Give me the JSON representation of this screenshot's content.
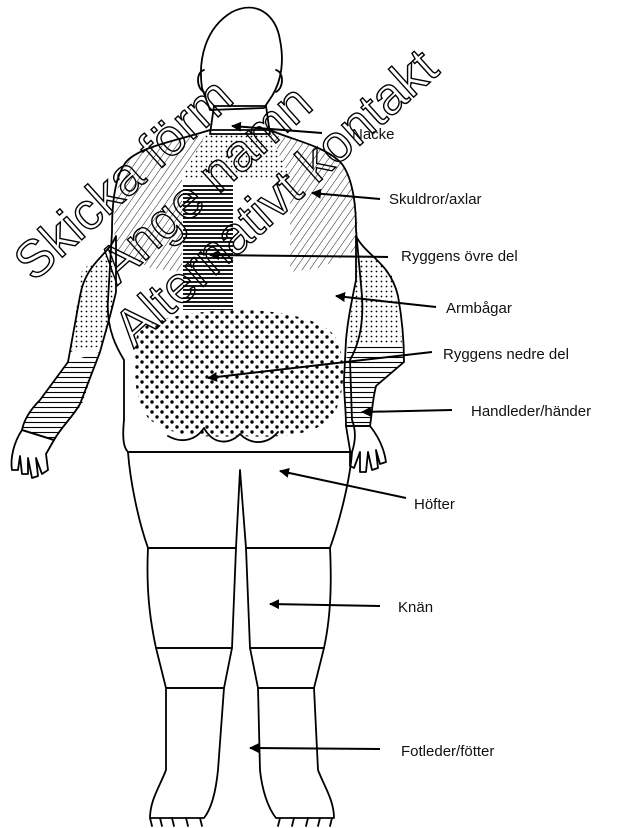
{
  "watermark": {
    "line1": "Skicka förm",
    "line2": "Ange namn",
    "line3": "Alternativt kontakt"
  },
  "regions": [
    {
      "id": "neck",
      "label": "Nacke",
      "pattern": "dots-fine"
    },
    {
      "id": "shoulders",
      "label": "Skuldror/axlar",
      "pattern": "diagonal"
    },
    {
      "id": "upper-back",
      "label": "Ryggens övre del",
      "pattern": "horizontal"
    },
    {
      "id": "elbows",
      "label": "Armbågar",
      "pattern": "dots-fine"
    },
    {
      "id": "lower-back",
      "label": "Ryggens nedre del",
      "pattern": "dots-coarse"
    },
    {
      "id": "wrists-hands",
      "label": "Handleder/händer",
      "pattern": "horizontal"
    },
    {
      "id": "hips",
      "label": "Höfter",
      "pattern": "diagonal"
    },
    {
      "id": "knees",
      "label": "Knän",
      "pattern": "dots-fine"
    },
    {
      "id": "ankles-feet",
      "label": "Fotleder/fötter",
      "pattern": "vertical"
    }
  ]
}
